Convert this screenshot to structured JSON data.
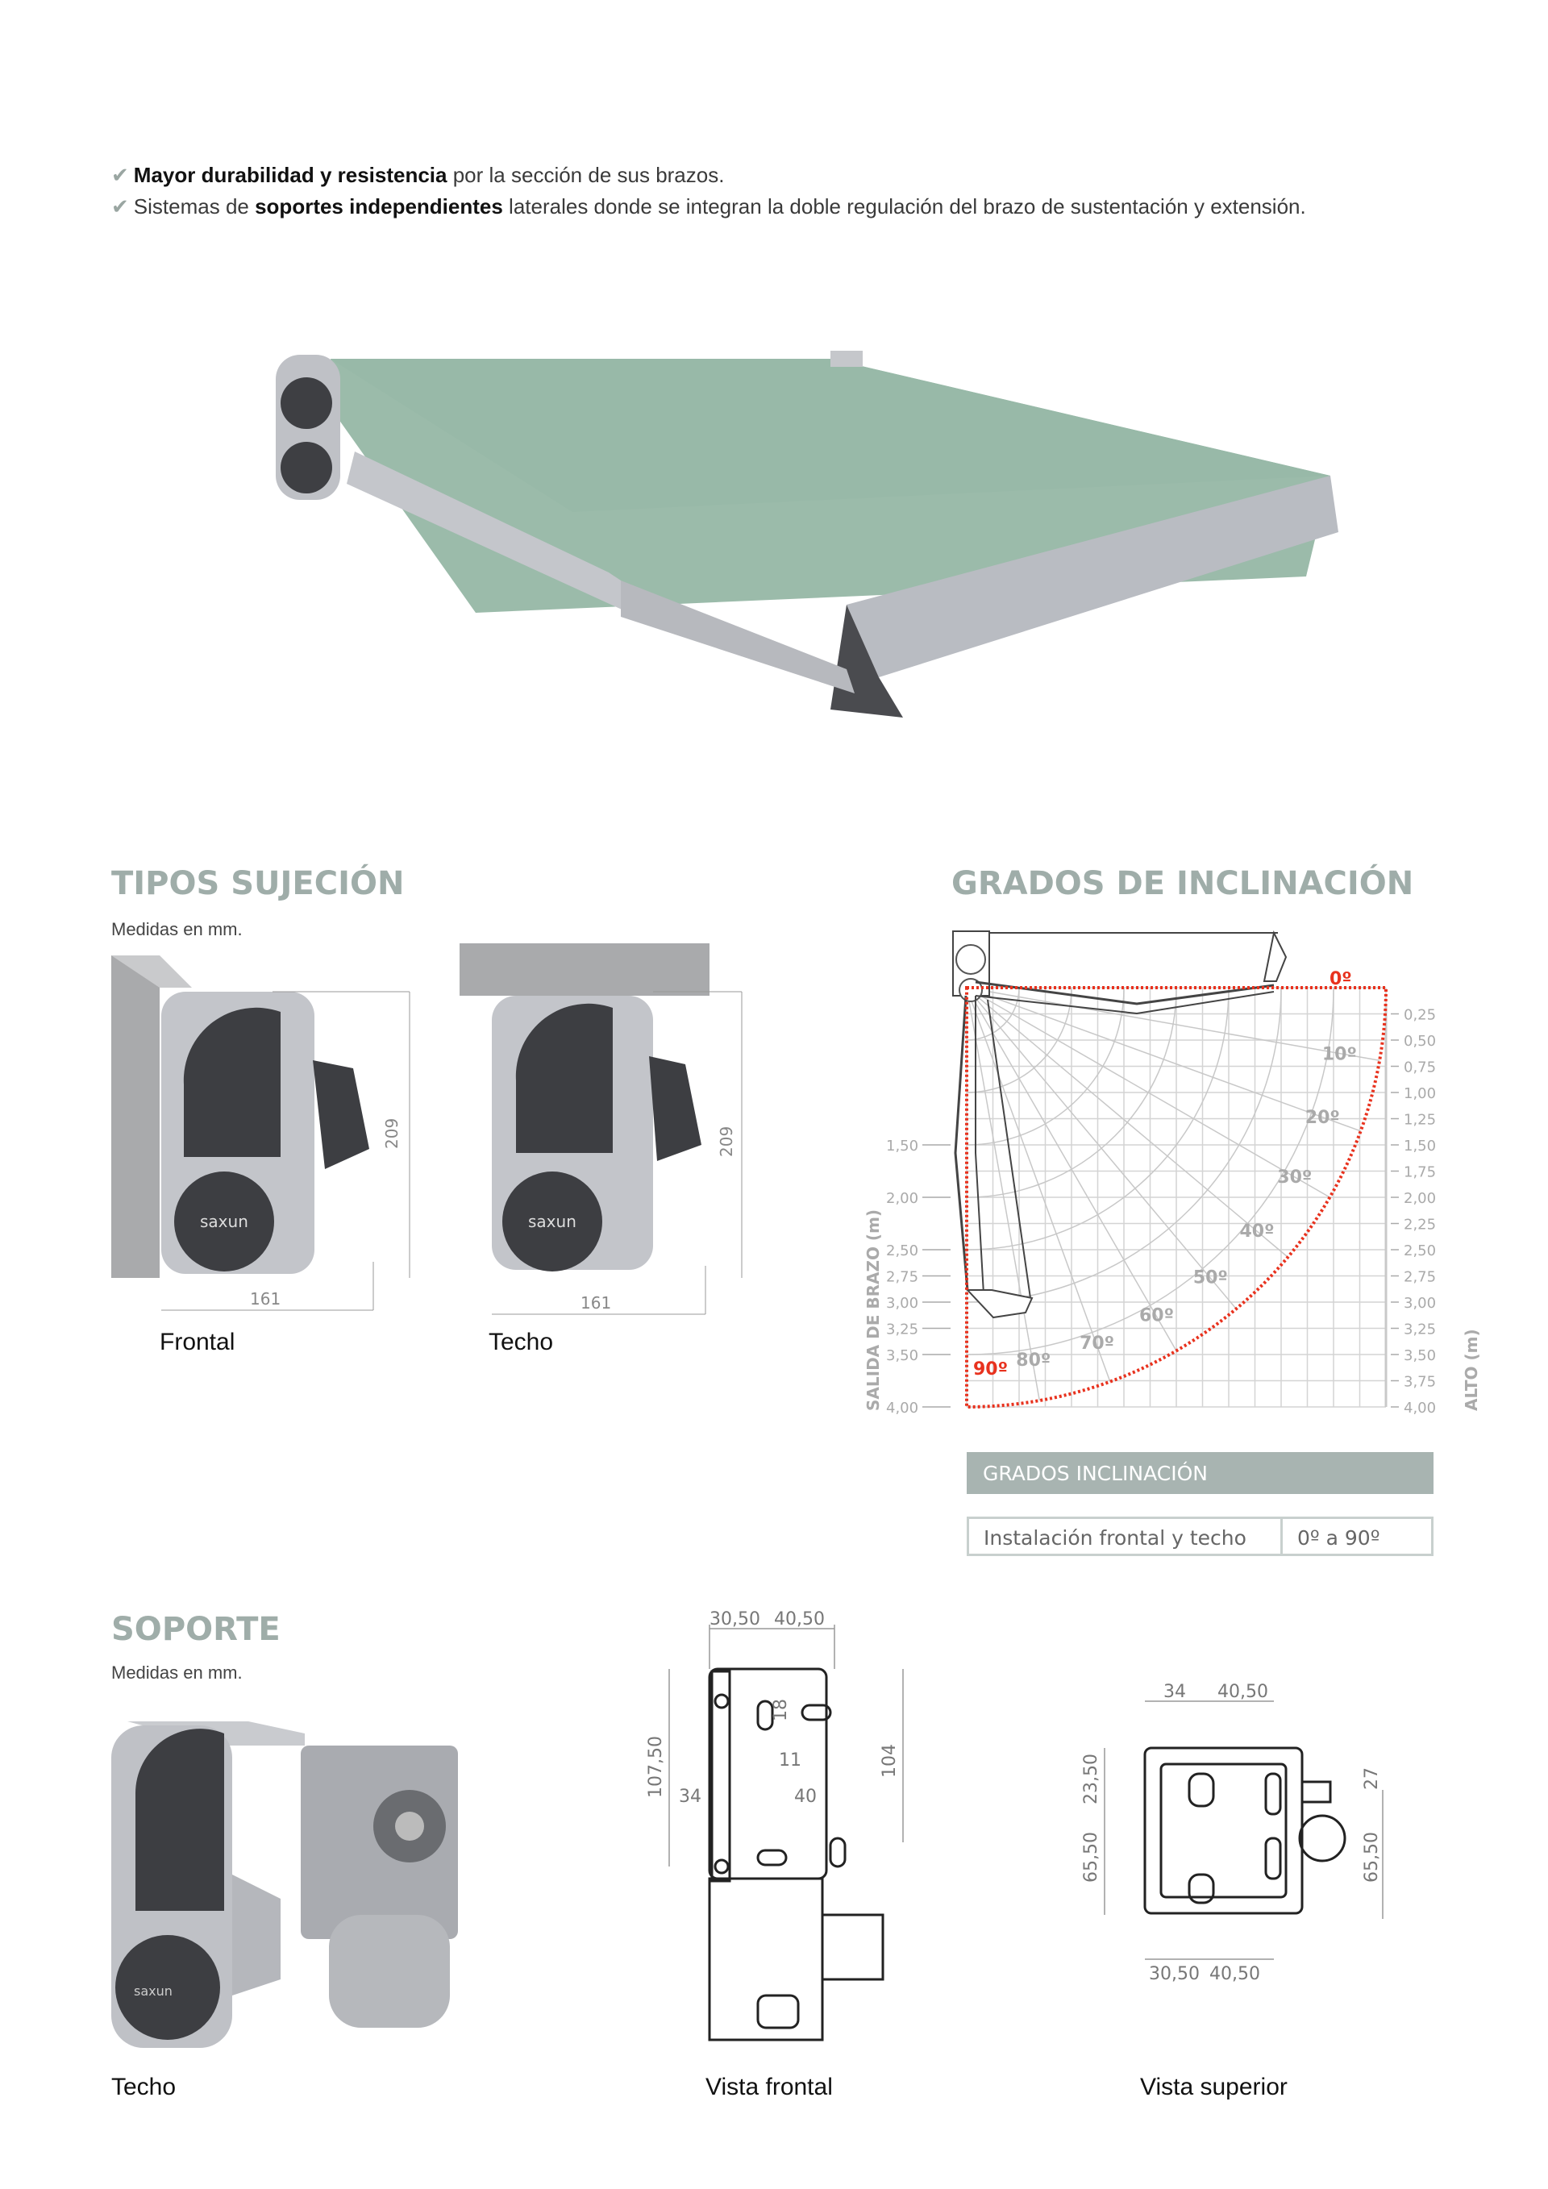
{
  "bullets": [
    {
      "icon": "check-icon",
      "bold": "Mayor durabilidad y resistencia",
      "text": " por la sección de sus brazos."
    },
    {
      "pre": "Sistemas de ",
      "bold": "soportes independientes",
      "text": " laterales donde se integran la doble regulación del brazo de sustentación y extensión."
    }
  ],
  "brand": "saxun",
  "sujecion": {
    "title": "TIPOS SUJECIÓN",
    "subtitle": "Medidas en mm.",
    "height": "209",
    "width": "161",
    "frontal": "Frontal",
    "techo": "Techo"
  },
  "inclinacion": {
    "title": "GRADOS DE INCLINACIÓN",
    "left_axis_label": "SALIDA DE BRAZO (m)",
    "right_axis_label": "ALTO (m)",
    "table_header": "GRADOS INCLINACIÓN",
    "table_label": "Instalación frontal y techo",
    "table_value": "0º a 90º"
  },
  "chart_data": {
    "type": "diagram",
    "title": "GRADOS DE INCLINACIÓN",
    "xlabel": "SALIDA DE BRAZO (m)",
    "ylabel": "ALTO (m)",
    "ylim": [
      0,
      4
    ],
    "right_ticks": [
      "0,25",
      "0,50",
      "0,75",
      "1,00",
      "1,25",
      "1,50",
      "1,75",
      "2,00",
      "2,25",
      "2,50",
      "2,75",
      "3,00",
      "3,25",
      "3,50",
      "3,75",
      "4,00"
    ],
    "right_tick_values": [
      0.25,
      0.5,
      0.75,
      1,
      1.25,
      1.5,
      1.75,
      2,
      2.25,
      2.5,
      2.75,
      3,
      3.25,
      3.5,
      3.75,
      4
    ],
    "left_ticks": [
      "1,50",
      "2,00",
      "2,50",
      "2,75",
      "3,00",
      "3,25",
      "3,50",
      "4,00"
    ],
    "left_tick_values": [
      1.5,
      2,
      2.5,
      2.75,
      3,
      3.25,
      3.5,
      4
    ],
    "angles": [
      0,
      10,
      20,
      30,
      40,
      50,
      60,
      70,
      80,
      90
    ],
    "angle_labels": [
      "0º",
      "10º",
      "20º",
      "30º",
      "40º",
      "50º",
      "60º",
      "70º",
      "80º",
      "90º"
    ],
    "arm_length": 4,
    "colors": {
      "range": "#e8321e",
      "grid": "#d4d4d4",
      "label": "#aaaaaa"
    }
  },
  "soporte": {
    "title": "SOPORTE",
    "subtitle": "Medidas en mm.",
    "techo": "Techo",
    "vista_frontal": "Vista frontal",
    "vista_superior": "Vista superior",
    "frontal_dims": [
      "30,50",
      "40,50",
      "18",
      "11",
      "107,50",
      "34",
      "40",
      "104"
    ],
    "superior_dims": [
      "34",
      "40,50",
      "23,50",
      "27",
      "65,50",
      "65,50",
      "30,50",
      "40,50"
    ]
  }
}
